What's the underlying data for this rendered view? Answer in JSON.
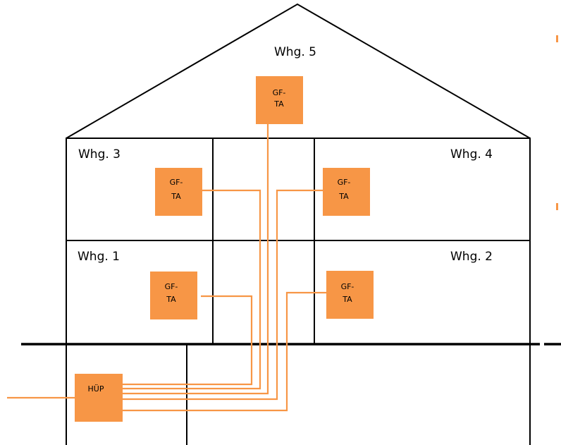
{
  "units": {
    "unit5": "Whg. 5",
    "unit3": "Whg. 3",
    "unit4": "Whg. 4",
    "unit1": "Whg. 1",
    "unit2": "Whg. 2"
  },
  "boxes": {
    "ta_label_line1": "GF-",
    "ta_label_line2": "TA",
    "hup_label": "HÜP"
  },
  "colors": {
    "box_fill": "#f79646",
    "fiber_line": "#f79646",
    "outline": "#000000"
  }
}
